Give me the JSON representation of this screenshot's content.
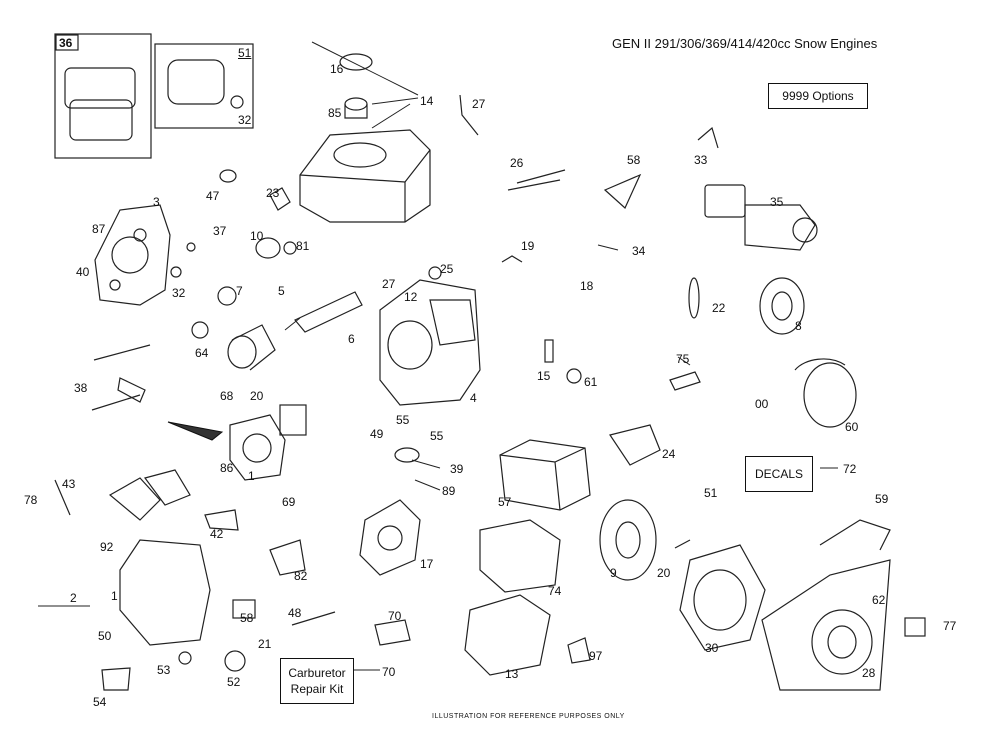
{
  "title": "GEN II 291/306/369/414/420cc Snow Engines",
  "footer": "ILLUSTRATION FOR REFERENCE PURPOSES ONLY",
  "boxes": {
    "options": "9999 Options",
    "decals": "DECALS",
    "carb_kit_line1": "Carburetor",
    "carb_kit_line2": "Repair Kit"
  },
  "inset_labels": {
    "left": "36",
    "right": "51"
  },
  "callouts": {
    "c1": "1",
    "c2": "2",
    "c3": "3",
    "c4": "4",
    "c5": "5",
    "c6": "6",
    "c7": "7",
    "c8": "8",
    "c9": "9",
    "c10": "10",
    "c12": "12",
    "c13": "13",
    "c14": "14",
    "c15": "15",
    "c16": "16",
    "c17": "17",
    "c18": "18",
    "c19": "19",
    "c20a": "20",
    "c20b": "20",
    "c21": "21",
    "c22": "22",
    "c23": "23",
    "c24": "24",
    "c25": "25",
    "c26": "26",
    "c27a": "27",
    "c27b": "27",
    "c28": "28",
    "c30": "30",
    "c32a": "32",
    "c32b": "32",
    "c33": "33",
    "c34": "34",
    "c35": "35",
    "c37": "37",
    "c38": "38",
    "c39": "39",
    "c40": "40",
    "c42": "42",
    "c43": "43",
    "c47": "47",
    "c48": "48",
    "c49": "49",
    "c50": "50",
    "c51": "51",
    "c52": "52",
    "c53": "53",
    "c54": "54",
    "c55a": "55",
    "c55b": "55",
    "c57": "57",
    "c58a": "58",
    "c58b": "58",
    "c59": "59",
    "c60": "60",
    "c61": "61",
    "c62": "62",
    "c64": "64",
    "c68": "68",
    "c69": "69",
    "c70a": "70",
    "c70b": "70",
    "c72": "72",
    "c74": "74",
    "c75": "75",
    "c77": "77",
    "c78": "78",
    "c81": "81",
    "c82": "82",
    "c85": "85",
    "c86": "86",
    "c87": "87",
    "c89": "89",
    "c92": "92",
    "c97": "97",
    "c100": "00"
  }
}
